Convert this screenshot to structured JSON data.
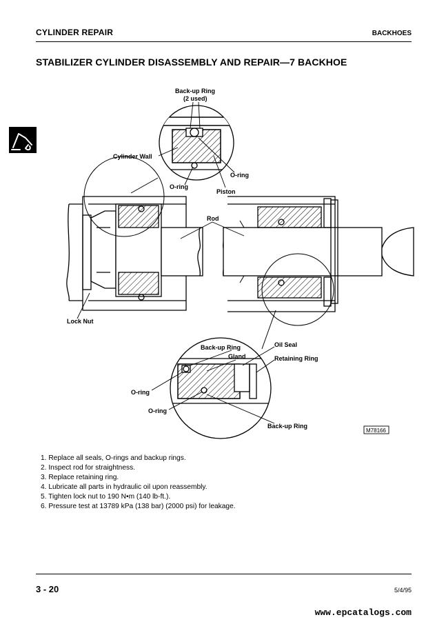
{
  "header": {
    "section": "CYLINDER REPAIR",
    "category": "BACKHOES"
  },
  "title": "STABILIZER CYLINDER DISASSEMBLY AND REPAIR—7 BACKHOE",
  "figure": {
    "id": "M78166",
    "labels": {
      "backup_ring_top_1": "Back-up Ring",
      "backup_ring_top_2": "(2 used)",
      "cylinder_wall": "Cylinder Wall",
      "oring_top_right": "O-ring",
      "oring_top_left": "O-ring",
      "piston": "Piston",
      "rod": "Rod",
      "lock_nut": "Lock Nut",
      "oil_seal": "Oil Seal",
      "backup_ring_mid": "Back-up Ring",
      "gland": "Gland",
      "retaining_ring": "Retaining Ring",
      "oring_bottom_1": "O-ring",
      "oring_bottom_2": "O-ring",
      "backup_ring_bottom": "Back-up Ring"
    }
  },
  "steps": [
    "1. Replace all seals, O-rings and backup rings.",
    "2. Inspect rod for straightness.",
    "3. Replace retaining ring.",
    "4. Lubricate all parts in hydraulic oil upon reassembly.",
    "5. Tighten lock nut to 190 N•m (140 lb-ft.).",
    "6. Pressure test at 13789 kPa (138 bar) (2000 psi) for leakage."
  ],
  "footer": {
    "page": "3 - 20",
    "date": "5/4/95",
    "watermark": "www.epcatalogs.com"
  },
  "icons": {
    "side_tab": "backhoe-icon"
  }
}
